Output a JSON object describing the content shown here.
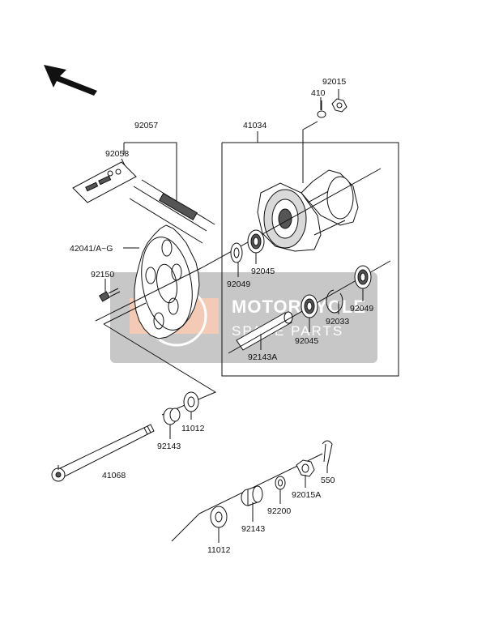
{
  "diagram": {
    "part_labels": {
      "p92015": "92015",
      "p410": "410",
      "p41034": "41034",
      "p92057": "92057",
      "p92058": "92058",
      "p42041": "42041/A~G",
      "p92150": "92150",
      "p92049a": "92049",
      "p92045a": "92045",
      "p92049b": "92049",
      "p92033": "92033",
      "p92045b": "92045",
      "p92143A": "92143A",
      "p11012a": "11012",
      "p92143a": "92143",
      "p41068": "41068",
      "p550": "550",
      "p92015A": "92015A",
      "p92200": "92200",
      "p92143b": "92143",
      "p11012b": "11012"
    },
    "watermark": {
      "title": "MOTORCYCLE",
      "subtitle": "SPARE PARTS"
    },
    "colors": {
      "line": "#111111",
      "watermark_bg": "#9a9a9a",
      "watermark_accent": "#e8a07a"
    }
  }
}
